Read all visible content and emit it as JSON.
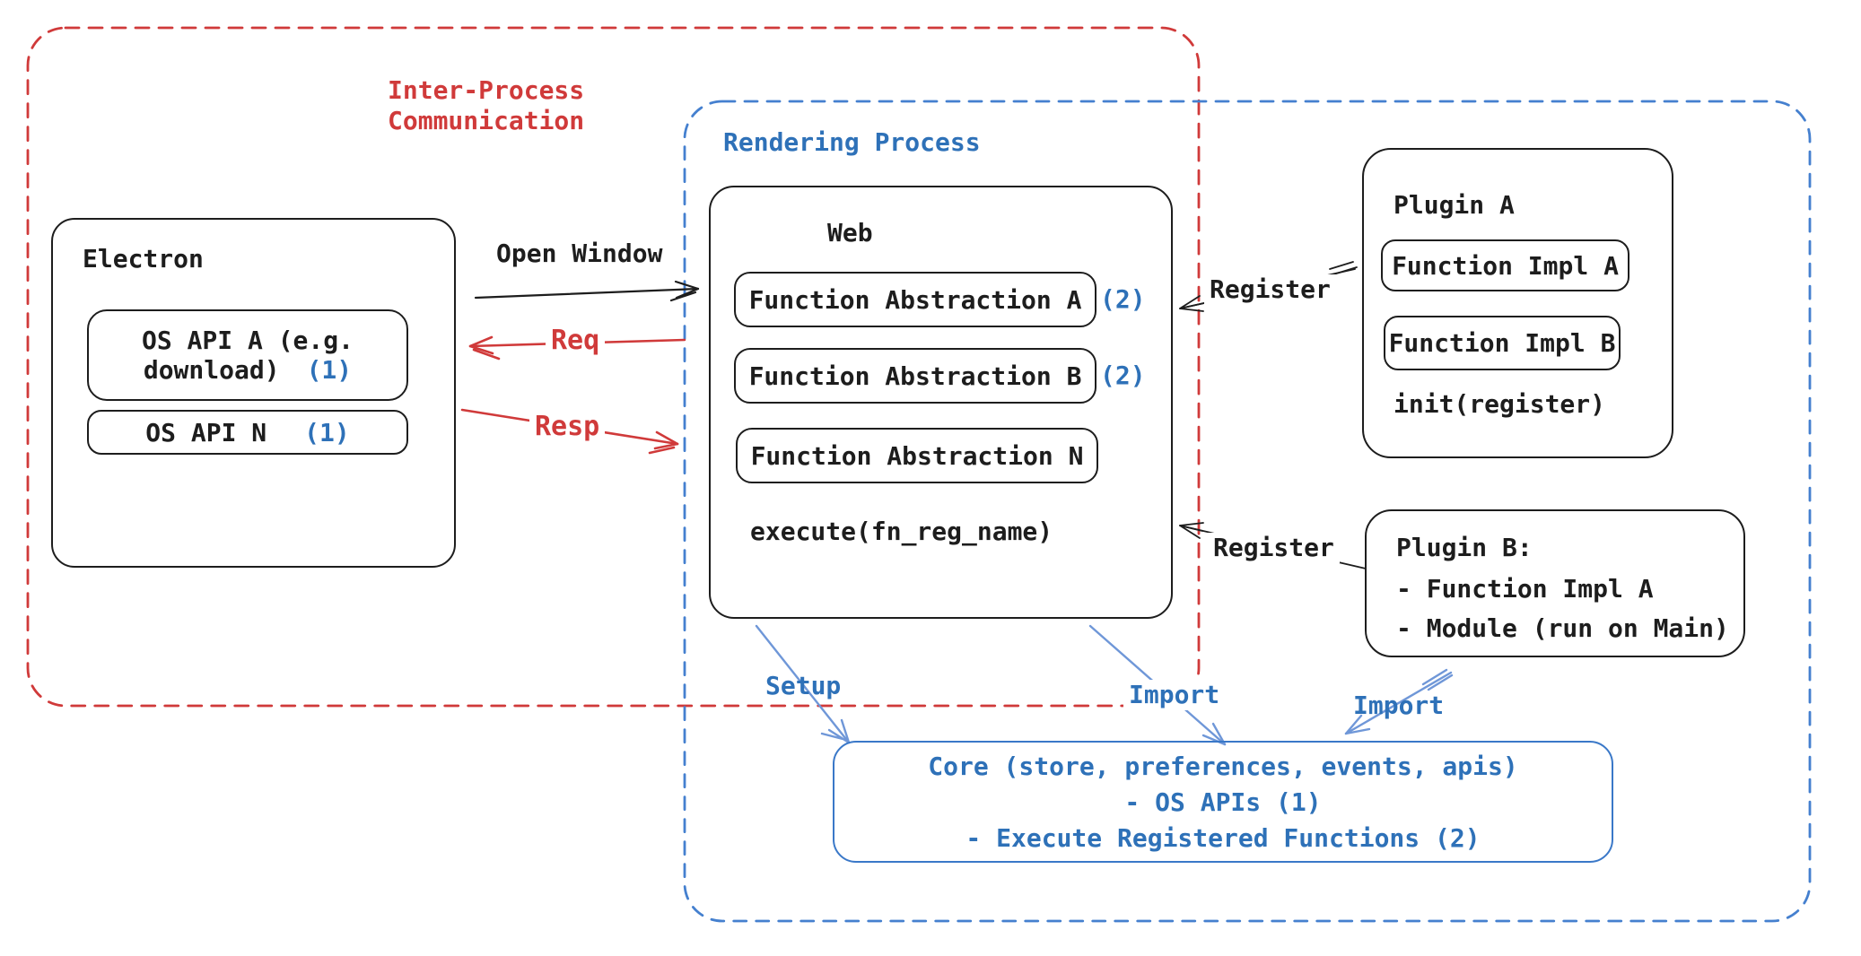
{
  "groups": {
    "ipc": {
      "label_line1": "Inter-Process",
      "label_line2": "Communication"
    },
    "rendering": {
      "label": "Rendering Process"
    }
  },
  "electron": {
    "title": "Electron",
    "api_a_line1": "OS API A (e.g.",
    "api_a_line2": "download)",
    "api_a_ref": "(1)",
    "api_n": "OS API N",
    "api_n_ref": "(1)"
  },
  "web": {
    "title": "Web",
    "fn_abstraction_a": "Function Abstraction A",
    "fn_abstraction_a_ref": "(2)",
    "fn_abstraction_b": "Function Abstraction B",
    "fn_abstraction_b_ref": "(2)",
    "fn_abstraction_n": "Function Abstraction N",
    "execute": "execute(fn_reg_name)"
  },
  "plugin_a": {
    "title": "Plugin A",
    "impl_a": "Function Impl A",
    "impl_b": "Function Impl B",
    "init": "init(register)"
  },
  "plugin_b": {
    "title": "Plugin B:",
    "item1": "- Function Impl A",
    "item2": "- Module (run on Main)"
  },
  "core": {
    "line1": "Core (store, preferences, events, apis)",
    "line2": "- OS APIs (1)",
    "line3": "- Execute Registered Functions (2)"
  },
  "arrows": {
    "open_window": "Open Window",
    "req": "Req",
    "resp": "Resp",
    "register_a": "Register",
    "register_b": "Register",
    "setup": "Setup",
    "import_from_web": "Import",
    "import_from_plugin_b": "Import"
  },
  "colors": {
    "red": "#d03a3a",
    "blue": "#2e71b8",
    "dash_blue": "#4580cf",
    "arrow_blue": "#6f97d8",
    "core_border": "#3a78c8",
    "ink": "#1d1d1d"
  }
}
